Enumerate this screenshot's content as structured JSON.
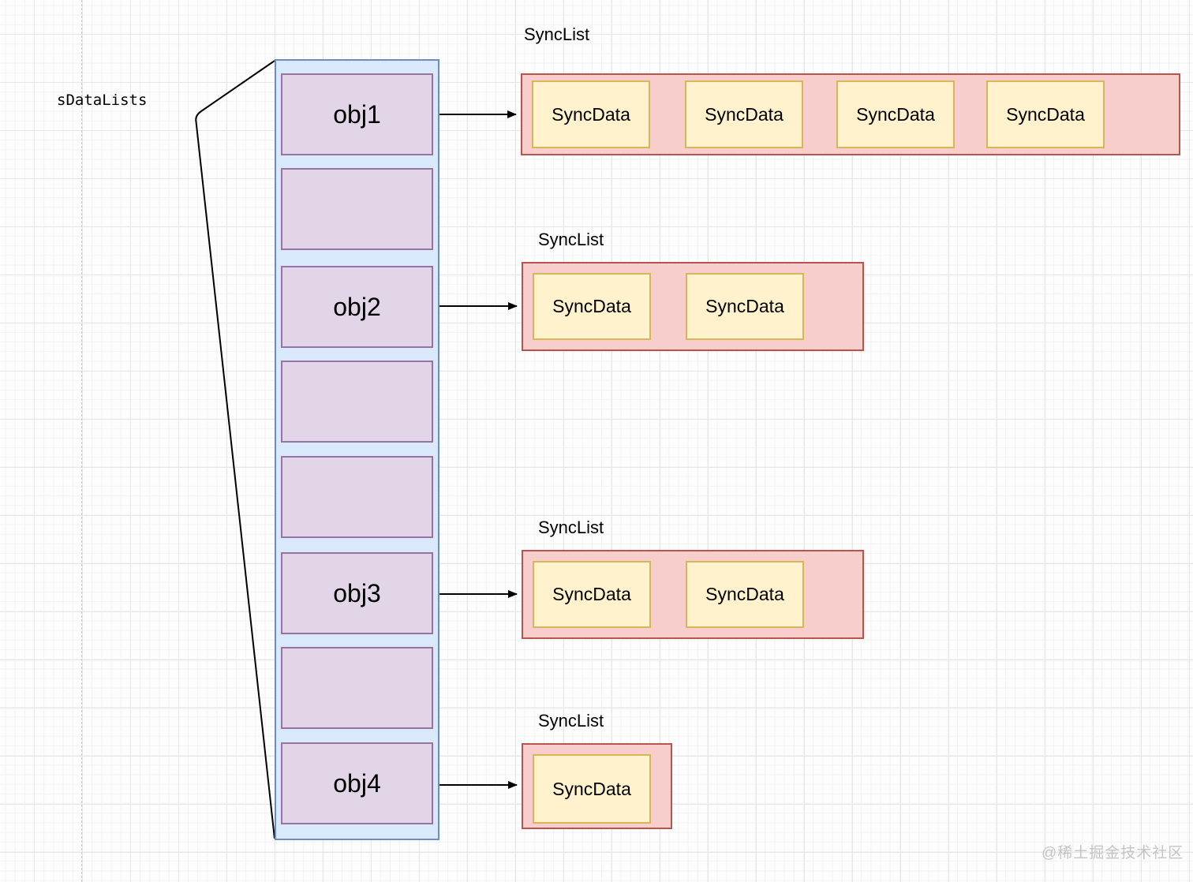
{
  "array_section": {
    "label": "sDataLists",
    "cells": [
      {
        "label": "obj1"
      },
      {
        "label": ""
      },
      {
        "label": "obj2"
      },
      {
        "label": ""
      },
      {
        "label": ""
      },
      {
        "label": "obj3"
      },
      {
        "label": ""
      },
      {
        "label": "obj4"
      }
    ]
  },
  "sync_lists": [
    {
      "title": "SyncList",
      "nodes": [
        "SyncData",
        "SyncData",
        "SyncData",
        "SyncData"
      ]
    },
    {
      "title": "SyncList",
      "nodes": [
        "SyncData",
        "SyncData"
      ]
    },
    {
      "title": "SyncList",
      "nodes": [
        "SyncData",
        "SyncData"
      ]
    },
    {
      "title": "SyncList",
      "nodes": [
        "SyncData"
      ]
    }
  ],
  "watermark": "@稀土掘金技术社区",
  "colors": {
    "array_container_fill": "#dae8fc",
    "array_container_stroke": "#6c8ebf",
    "cell_fill": "#e1d5e7",
    "cell_stroke": "#9673a6",
    "list_fill": "#f8cecc",
    "list_stroke": "#b85450",
    "node_fill": "#fff2cc",
    "node_stroke": "#d6b656",
    "connector": "#000000"
  }
}
